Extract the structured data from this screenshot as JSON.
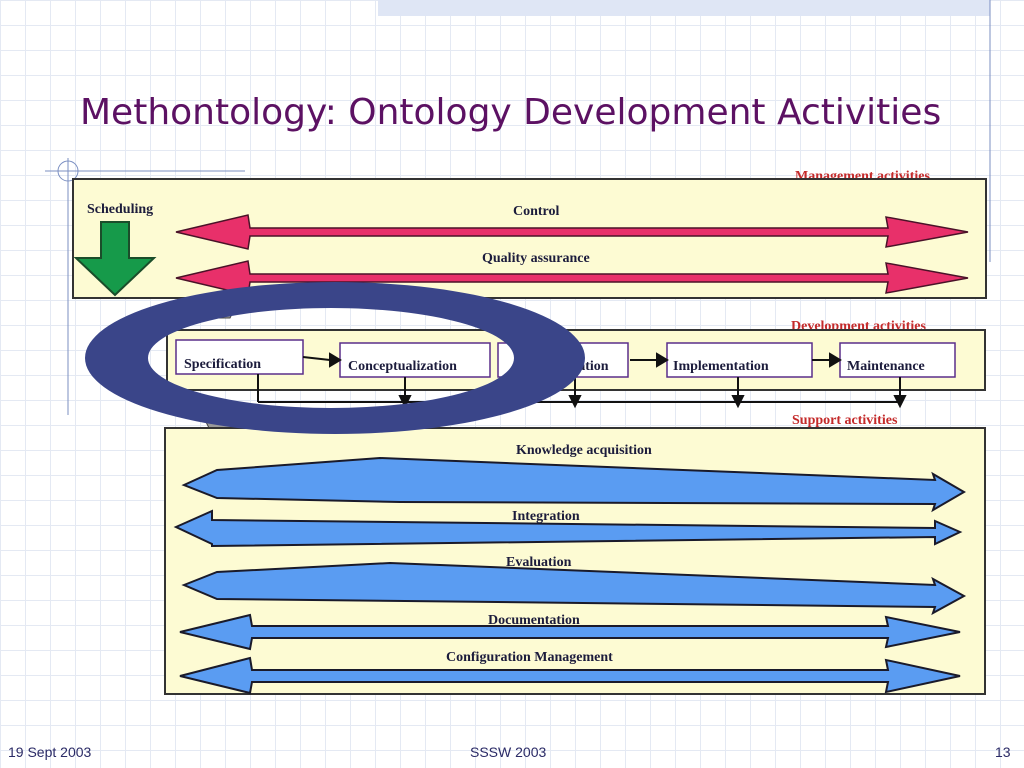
{
  "slide": {
    "title": "Methontology: Ontology Development Activities",
    "footer_left": "19 Sept 2003",
    "footer_center": "SSSW 2003",
    "footer_right": "13"
  },
  "diagram": {
    "management": {
      "section_label": "Management activities",
      "scheduling": "Scheduling",
      "control": "Control",
      "quality": "Quality assurance"
    },
    "development": {
      "section_label": "Development activities",
      "steps": [
        "Specification",
        "Conceptualization",
        "Formalization",
        "Implementation",
        "Maintenance"
      ],
      "visible_steps": [
        "Specification",
        "Conceptualization",
        "zation",
        "Implementation",
        "Maintenance"
      ]
    },
    "support": {
      "section_label": "Support activities",
      "activities": [
        "Knowledge acquisition",
        "Integration",
        "Evaluation",
        "Documentation",
        "Configuration Management"
      ]
    }
  },
  "colors": {
    "title": "#5c1163",
    "panel_fill": "#fdfbd3",
    "control_arrow": "#e8306a",
    "support_arrow": "#5a9cf2",
    "scheduling_arrow": "#169a4a",
    "highlight_ring": "#3a4589",
    "section_label": "#c42a2a"
  }
}
